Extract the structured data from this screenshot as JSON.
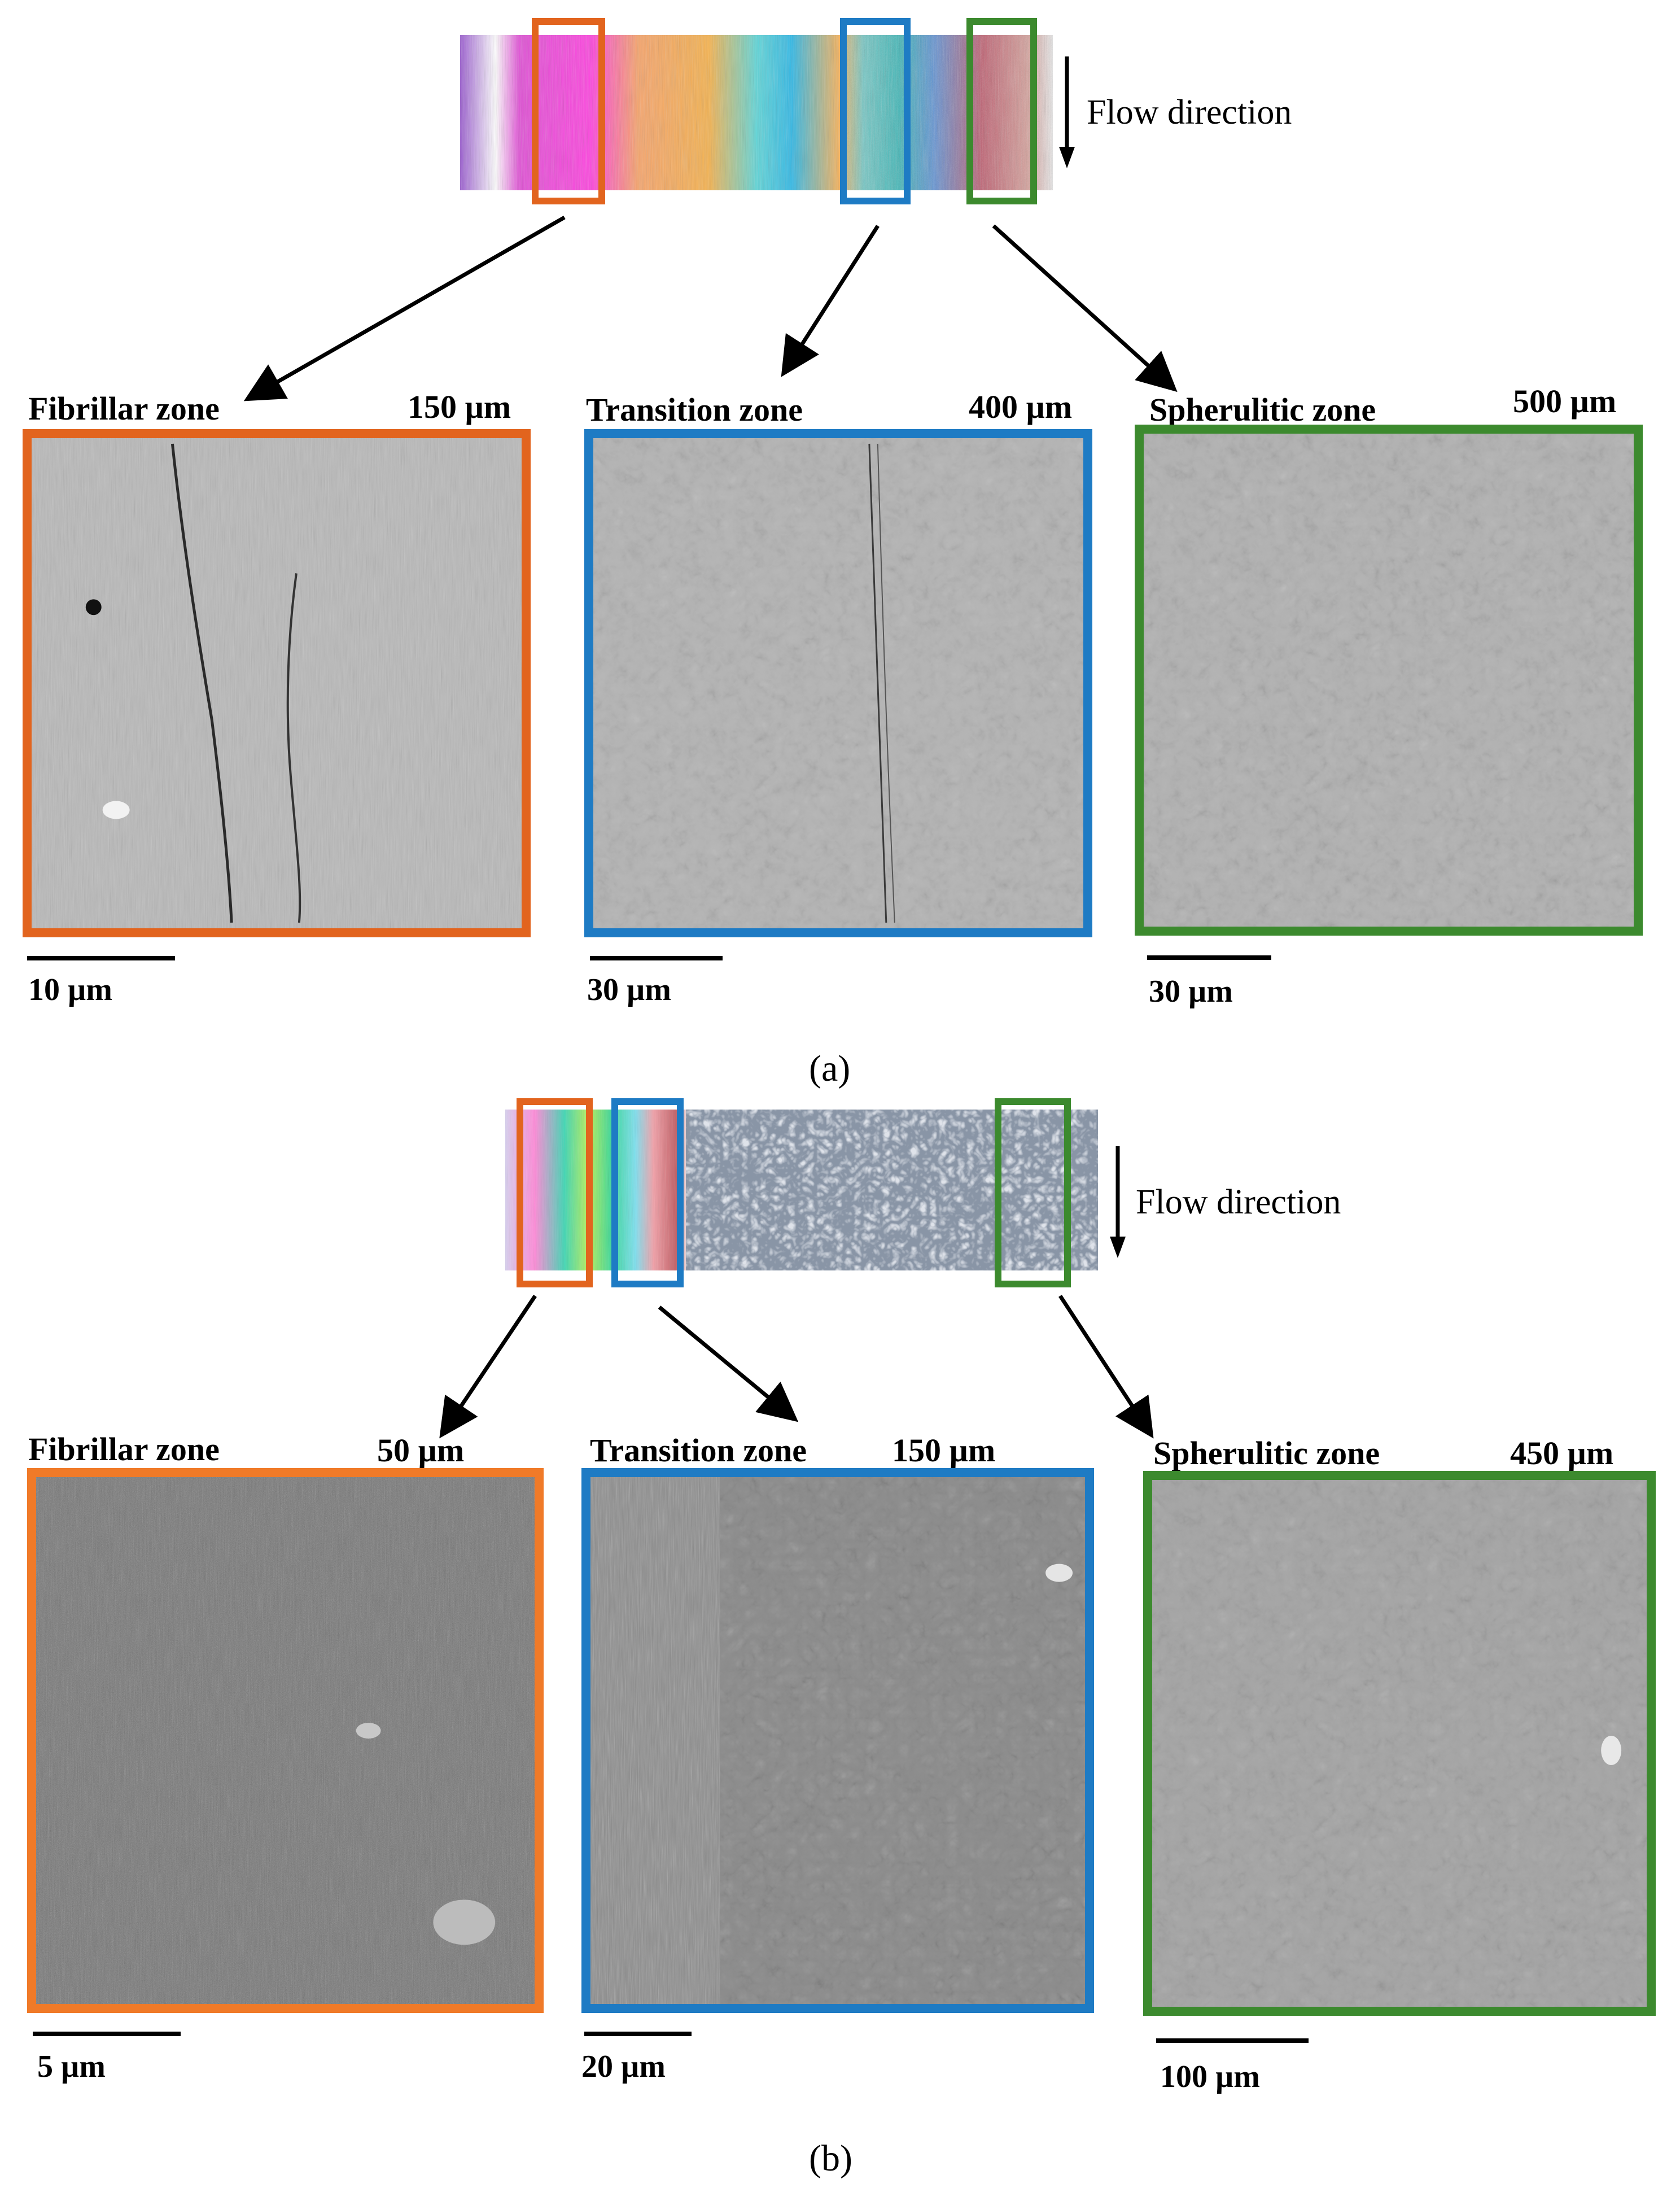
{
  "colors": {
    "orange": "#E2641E",
    "blue": "#1E7BC4",
    "green": "#3C8A2E"
  },
  "figure_a": {
    "flow_label": "Flow direction",
    "sublabel": "(a)",
    "panels": [
      {
        "zone": "Fibrillar zone",
        "depth": "150 µm",
        "scale": "10 µm"
      },
      {
        "zone": "Transition zone",
        "depth": "400 µm",
        "scale": "30 µm"
      },
      {
        "zone": "Spherulitic zone",
        "depth": "500 µm",
        "scale": "30 µm"
      }
    ]
  },
  "figure_b": {
    "flow_label": "Flow direction",
    "sublabel": "(b)",
    "panels": [
      {
        "zone": "Fibrillar zone",
        "depth": "50 µm",
        "scale": "5 µm"
      },
      {
        "zone": "Transition zone",
        "depth": "150 µm",
        "scale": "20 µm"
      },
      {
        "zone": "Spherulitic zone",
        "depth": "450 µm",
        "scale": "100 µm"
      }
    ]
  }
}
